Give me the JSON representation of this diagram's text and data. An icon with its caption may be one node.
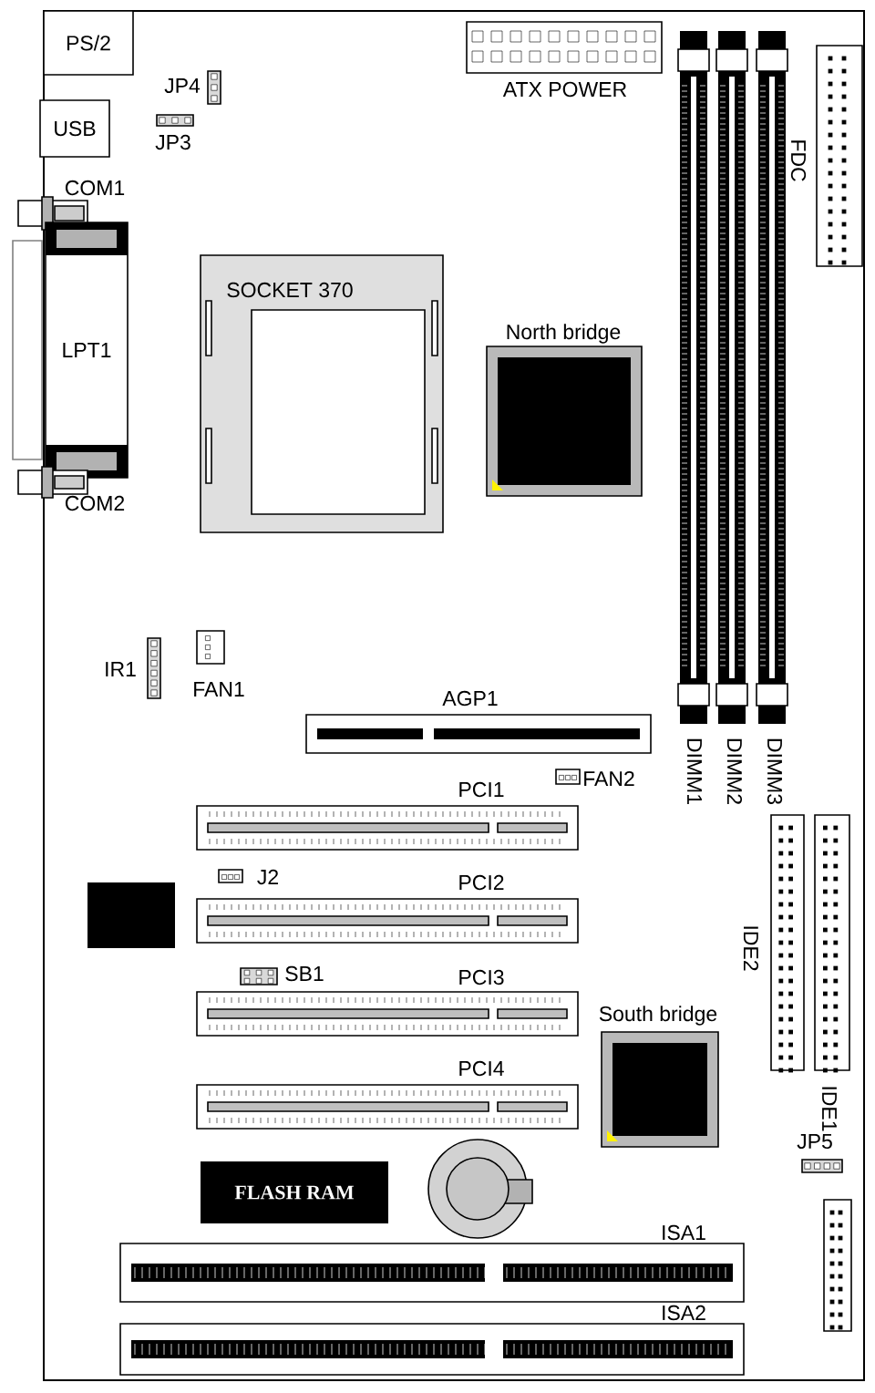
{
  "diagram": {
    "nodes": [
      {
        "text": [
          "PS/2"
        ]
      },
      {
        "text": [
          "ATX POWER"
        ]
      },
      {
        "text": [
          "JP4"
        ]
      },
      {
        "text": [
          "USB"
        ]
      },
      {
        "text": [
          "JP3"
        ]
      },
      {
        "text": [
          "FDC"
        ]
      },
      {
        "text": [
          "COM1"
        ]
      },
      {
        "text": [
          "LPT1"
        ]
      },
      {
        "text": [
          "COM2"
        ]
      },
      {
        "text": [
          "SOCKET 370"
        ]
      },
      {
        "text": [
          "North bridge"
        ]
      },
      {
        "text": [
          "IR1"
        ]
      },
      {
        "text": [
          "FAN1"
        ]
      },
      {
        "text": [
          "AGP1"
        ]
      },
      {
        "text": [
          "DIMM1"
        ]
      },
      {
        "text": [
          "DIMM2"
        ]
      },
      {
        "text": [
          "DIMM3"
        ]
      },
      {
        "text": [
          "FAN2"
        ]
      },
      {
        "text": [
          "PCI1"
        ]
      },
      {
        "text": [
          "J2"
        ]
      },
      {
        "text": [
          "PCI2"
        ]
      },
      {
        "text": [
          "SB1"
        ]
      },
      {
        "text": [
          "PCI3"
        ]
      },
      {
        "text": [
          "South bridge"
        ]
      },
      {
        "text": [
          "PCI4"
        ]
      },
      {
        "text": [
          "IDE2"
        ]
      },
      {
        "text": [
          "IDE1"
        ]
      },
      {
        "text": [
          "JP5"
        ]
      },
      {
        "text": [],
        "shape": "box"
      },
      {
        "text": [
          "FLASH RAM"
        ]
      },
      {
        "text": [],
        "shape": "circle"
      },
      {
        "text": [],
        "shape": "box"
      },
      {
        "text": [
          "ISA1"
        ]
      },
      {
        "text": [
          "ISA2"
        ]
      }
    ]
  }
}
